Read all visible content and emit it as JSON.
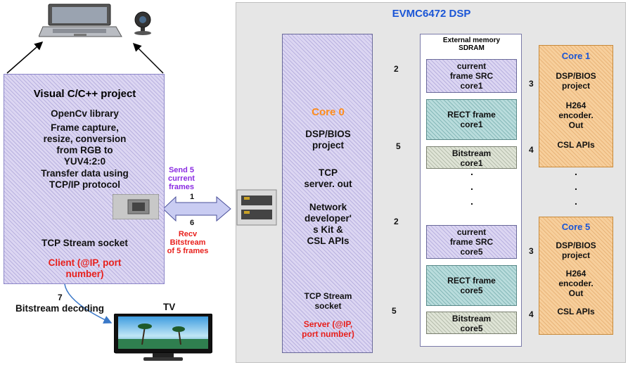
{
  "dsp": {
    "title": "EVMC6472 DSP",
    "ext_memory": [
      "External memory",
      "SDRAM"
    ],
    "core0": {
      "title": "Core 0",
      "lines1": [
        "DSP/BIOS",
        "project"
      ],
      "lines2": [
        "TCP",
        "server. out"
      ],
      "lines3": [
        "Network",
        "developer'",
        "s Kit &",
        "CSL APIs"
      ],
      "socket": [
        "TCP Stream",
        "socket"
      ],
      "server": [
        "Server (@IP,",
        "port number)"
      ]
    },
    "mem": {
      "src1": [
        "current",
        "frame SRC",
        "core1"
      ],
      "rect1": [
        "RECT frame",
        "core1"
      ],
      "bs1": [
        "Bitstream",
        "core1"
      ],
      "src5": [
        "current",
        "frame SRC",
        "core5"
      ],
      "rect5": [
        "RECT frame",
        "core5"
      ],
      "bs5": [
        "Bitstream",
        "core5"
      ]
    },
    "core1": {
      "title": "Core 1",
      "l1": [
        "DSP/BIOS",
        "project"
      ],
      "l2": [
        "H264",
        "encoder.",
        "Out"
      ],
      "l3": "CSL APIs"
    },
    "core5": {
      "title": "Core 5",
      "l1": [
        "DSP/BIOS",
        "project"
      ],
      "l2": [
        "H264",
        "encoder.",
        "Out"
      ],
      "l3": "CSL APIs"
    },
    "dots": ".",
    "steps": {
      "s2": "2",
      "s3": "3",
      "s4": "4",
      "s5": "5"
    }
  },
  "pc": {
    "title": "Visual C/C++ project",
    "l1": "OpenCv library",
    "l2": [
      "Frame capture,",
      "resize, conversion",
      "from RGB to",
      "YUV4:2:0"
    ],
    "l3": [
      "Transfer data using",
      "TCP/IP protocol"
    ],
    "l4": "TCP Stream socket",
    "client": [
      "Client (@IP, port",
      "number)"
    ]
  },
  "link": {
    "send": [
      "Send 5",
      "current",
      "frames"
    ],
    "n1": "1",
    "n6": "6",
    "recv": [
      "Recv",
      "Bitstream",
      "of 5 frames"
    ]
  },
  "decode": {
    "n7": "7",
    "label": "Bitstream decoding",
    "tv": "TV"
  },
  "colors": {
    "blue_title": "#1a55d6",
    "orange": "#ff8c1a",
    "red": "#e8201c",
    "purple": "#8a2be2"
  }
}
